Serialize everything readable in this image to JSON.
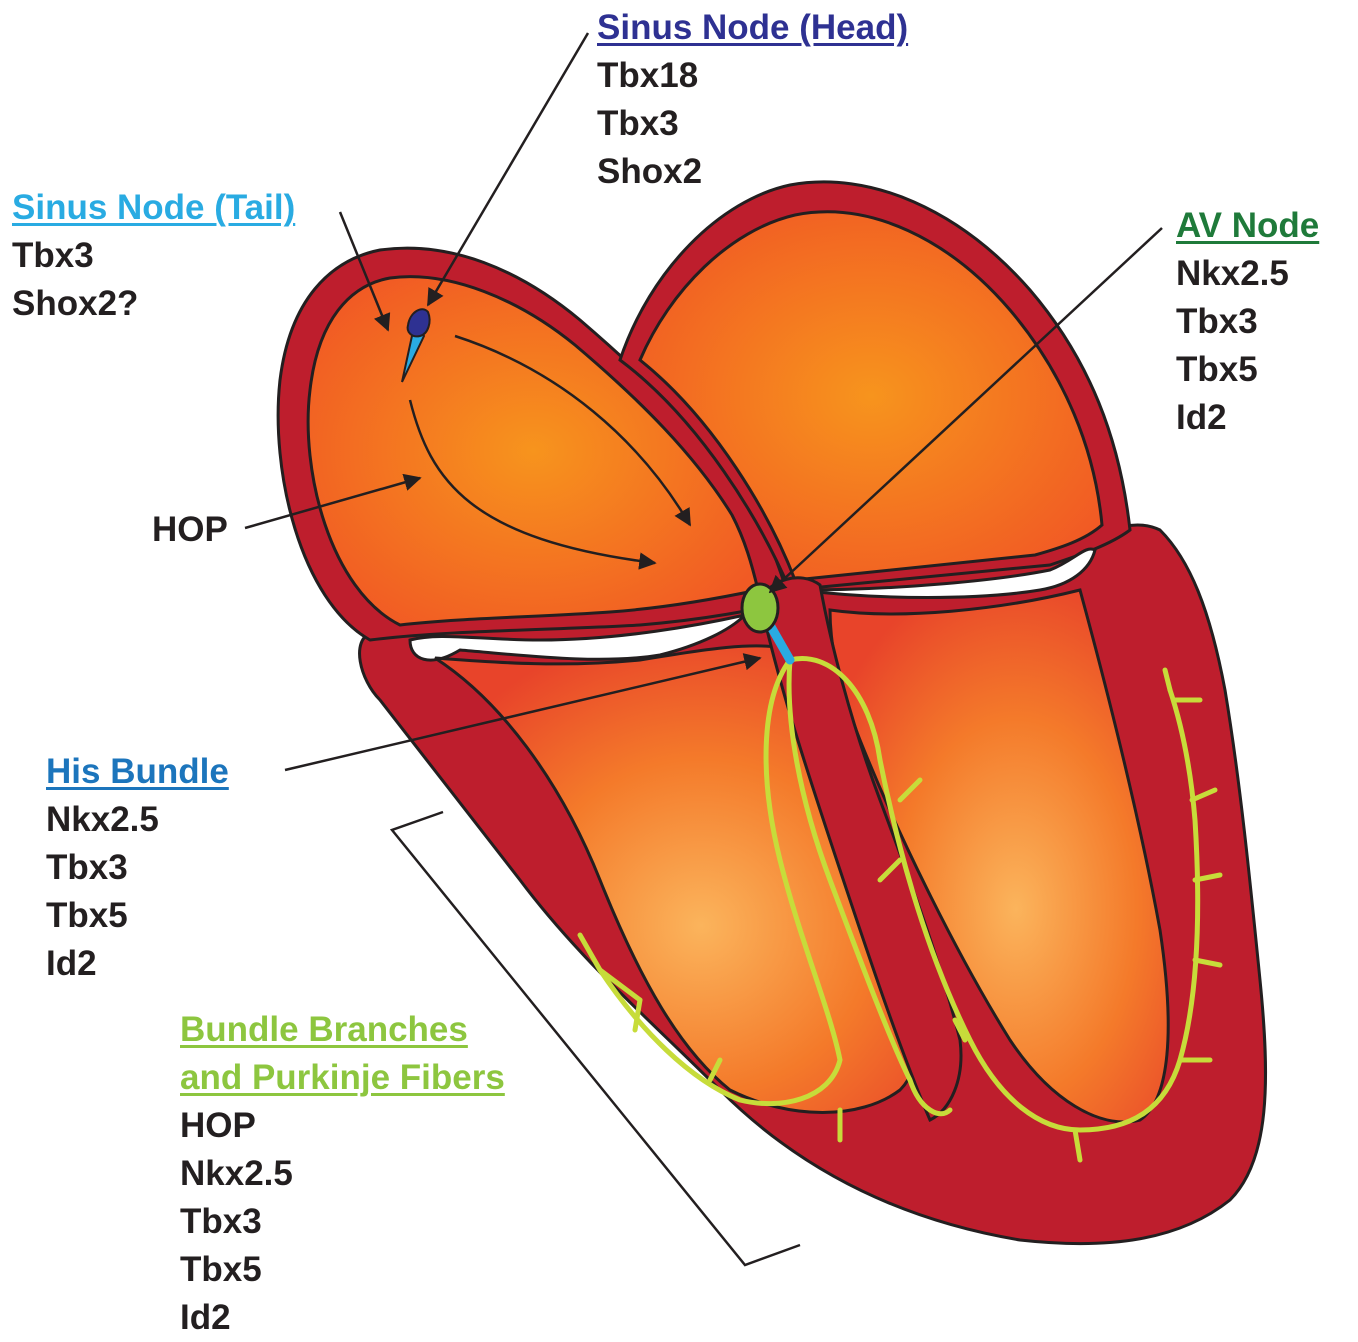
{
  "labels": {
    "sinus_head": {
      "title": "Sinus Node (Head)",
      "genes": [
        "Tbx18",
        "Tbx3",
        "Shox2"
      ]
    },
    "sinus_tail": {
      "title": "Sinus Node (Tail)",
      "genes": [
        "Tbx3",
        "Shox2?"
      ]
    },
    "av_node": {
      "title": "AV Node",
      "genes": [
        "Nkx2.5",
        "Tbx3",
        "Tbx5",
        "Id2"
      ]
    },
    "hop": {
      "title": "HOP"
    },
    "his_bundle": {
      "title": "His Bundle",
      "genes": [
        "Nkx2.5",
        "Tbx3",
        "Tbx5",
        "Id2"
      ]
    },
    "bundle_branches": {
      "title_line1": "Bundle Branches",
      "title_line2": "and Purkinje Fibers",
      "genes": [
        "HOP",
        "Nkx2.5",
        "Tbx3",
        "Tbx5",
        "Id2"
      ]
    }
  },
  "colors": {
    "wall": "#be1e2d",
    "chamber_center": "#f7941d",
    "chamber_edge": "#f15a24",
    "ventricle_center": "#fbb45c",
    "conduction_fibers": "#c7dc3a",
    "sinus_head": "#2e3192",
    "sinus_tail": "#29abe2",
    "av_node": "#8dc63f",
    "his_bundle": "#29abe2"
  }
}
